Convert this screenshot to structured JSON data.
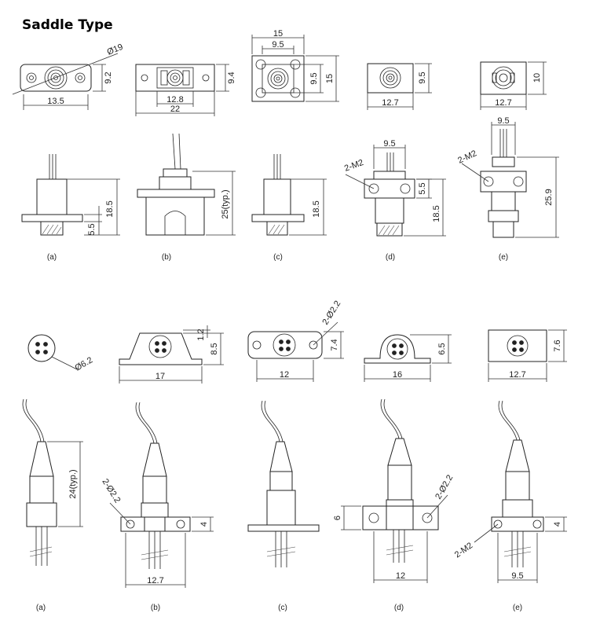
{
  "title": "Saddle Type",
  "dimensions": {
    "t_a_diam": "Ø19",
    "t_a_h": "9.2",
    "t_a_w": "13.5",
    "t_b_h": "9.4",
    "t_b_w_inner": "12.8",
    "t_b_w": "22",
    "t_c_w_outer": "15",
    "t_c_w_inner": "9.5",
    "t_c_h_inner": "9.5",
    "t_c_h_outer": "15",
    "t_d_h": "9.5",
    "t_d_w": "12.7",
    "t_e_h": "10",
    "t_e_w": "12.7",
    "s_a_h": "18.5",
    "s_a_flange": "5.5",
    "s_b_h": "25(typ.)",
    "s_c_h": "18.5",
    "s_d_w": "9.5",
    "s_d_screw": "2-M2",
    "s_d_flange": "5.5",
    "s_d_h": "18.5",
    "s_e_w": "9.5",
    "s_e_screw": "2-M2",
    "s_e_h": "25.9",
    "bt_a_diam": "Ø6.2",
    "bt_b_top": "1.2",
    "bt_b_h": "8.5",
    "bt_b_w": "17",
    "bt_c_hole": "2-Ø2.2",
    "bt_c_h": "7.4",
    "bt_c_w": "12",
    "bt_d_h": "6.5",
    "bt_d_w": "16",
    "bt_e_h": "7.6",
    "bt_e_w": "12.7",
    "bs_a_h": "24(typ.)",
    "bs_b_hole": "2-Ø2.2",
    "bs_b_h": "4",
    "bs_b_w": "12.7",
    "bs_d_h": "6",
    "bs_d_hole": "2-Ø2.2",
    "bs_d_w": "12",
    "bs_e_screw": "2-M2",
    "bs_e_h": "4",
    "bs_e_w": "9.5"
  },
  "captions": {
    "top": [
      "(a)",
      "(b)",
      "(c)",
      "(d)",
      "(e)"
    ],
    "bottom": [
      "(a)",
      "(b)",
      "(c)",
      "(d)",
      "(e)"
    ]
  }
}
